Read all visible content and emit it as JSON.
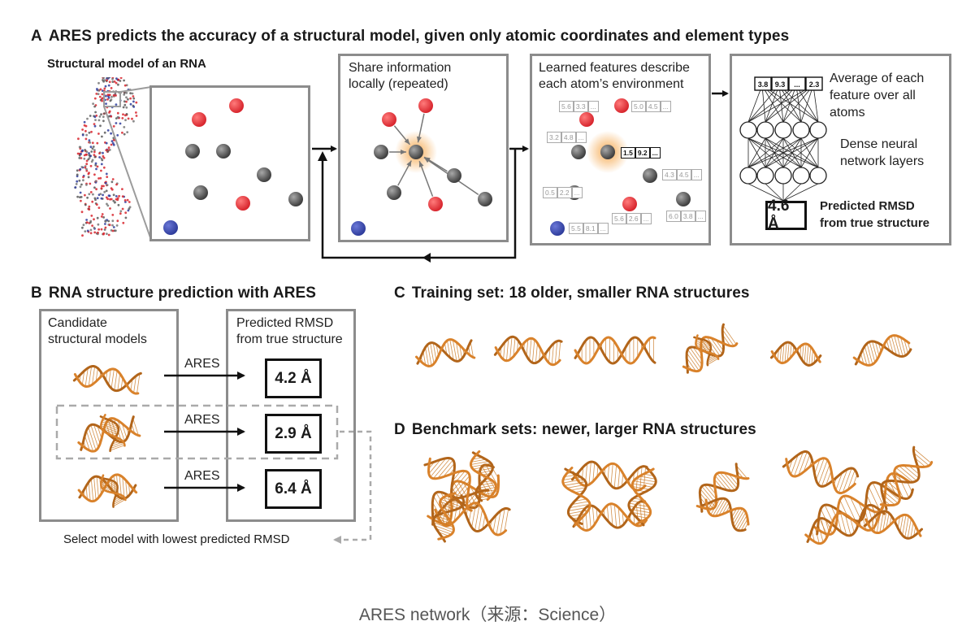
{
  "panel_a": {
    "letter": "A",
    "title": "ARES predicts the accuracy of a structural model, given only atomic coordinates and element types",
    "structural_model_label": "Structural model of an RNA",
    "share_info_text": [
      "Share information",
      "locally (repeated)"
    ],
    "learned_features_text": [
      "Learned features describe",
      "each atom’s environment"
    ],
    "average_text": [
      "Average of each",
      "feature over all",
      "atoms"
    ],
    "dense_text": [
      "Dense neural",
      "network layers"
    ],
    "top_features": [
      "3.8",
      "9.3",
      "...",
      "2.3"
    ],
    "predicted_rmsd_value": "4.6 Å",
    "predicted_rmsd_label": [
      "Predicted RMSD",
      "from true structure"
    ],
    "feature_boxes": [
      [
        "5.6",
        "3.3",
        "..."
      ],
      [
        "5.0",
        "4.5",
        "..."
      ],
      [
        "3.2",
        "4.8",
        "..."
      ],
      [
        "1.5",
        "9.2",
        "..."
      ],
      [
        "4.3",
        "4.5",
        "..."
      ],
      [
        "0.5",
        "2.2",
        "..."
      ],
      [
        "5.6",
        "2.6",
        "..."
      ],
      [
        "6.0",
        "3.8",
        "..."
      ],
      [
        "5.5",
        "8.1",
        "..."
      ]
    ]
  },
  "panel_b": {
    "letter": "B",
    "title": "RNA structure prediction with ARES",
    "candidates_label": [
      "Candidate",
      "structural models"
    ],
    "predicted_label": [
      "Predicted RMSD",
      "from true structure"
    ],
    "arrow_label": "ARES",
    "rmsd_values": [
      "4.2 Å",
      "2.9 Å",
      "6.4 Å"
    ],
    "select_text": "Select model with lowest predicted RMSD"
  },
  "panel_c": {
    "letter": "C",
    "title": "Training set: 18 older, smaller RNA structures"
  },
  "panel_d": {
    "letter": "D",
    "title": "Benchmark sets: newer, larger RNA structures"
  },
  "caption": "ARES network（来源：Science）",
  "colors": {
    "oxygen": "#d8262e",
    "carbon": "#5a5a5a",
    "nitrogen": "#2f3d9c",
    "rna": "#d9822b",
    "box_border": "#8c8c8c",
    "glow": "#f5a64a"
  }
}
